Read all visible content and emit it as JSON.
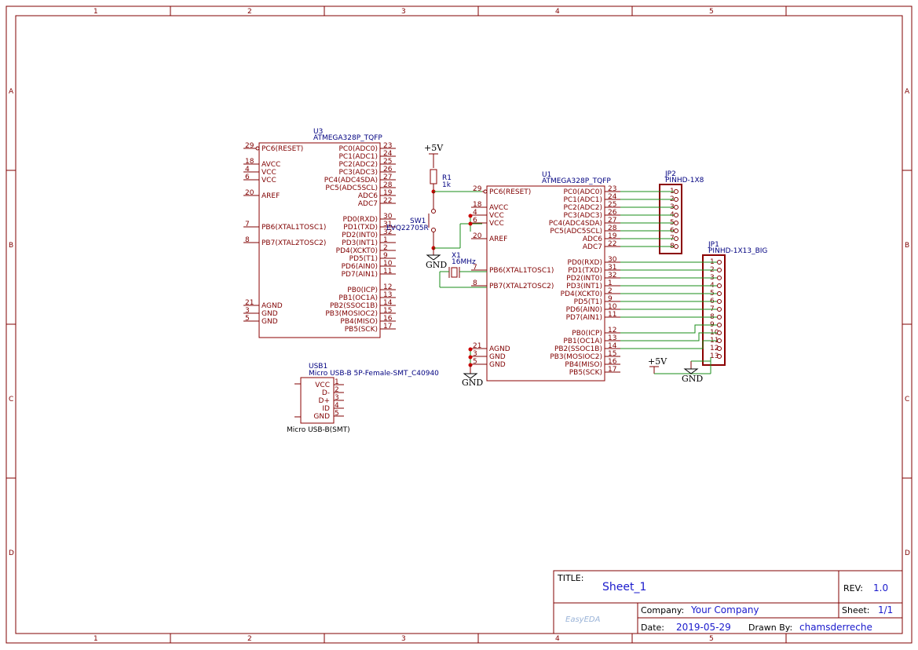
{
  "frame": {
    "cols": [
      "1",
      "2",
      "3",
      "4",
      "5"
    ],
    "rows": [
      "A",
      "B",
      "C",
      "D"
    ]
  },
  "u3": {
    "ref": "U3",
    "part": "ATMEGA328P_TQFP",
    "left_pins": [
      {
        "num": "29",
        "name": "PC6(RESET)"
      },
      {
        "num": "18",
        "name": "AVCC"
      },
      {
        "num": "4",
        "name": "VCC"
      },
      {
        "num": "6",
        "name": "VCC"
      },
      {
        "num": "20",
        "name": "AREF"
      },
      {
        "num": "7",
        "name": "PB6(XTAL1TOSC1)"
      },
      {
        "num": "8",
        "name": "PB7(XTAL2TOSC2)"
      },
      {
        "num": "21",
        "name": "AGND"
      },
      {
        "num": "3",
        "name": "GND"
      },
      {
        "num": "5",
        "name": "GND"
      }
    ],
    "right_pins": [
      {
        "num": "23",
        "name": "PC0(ADC0)"
      },
      {
        "num": "24",
        "name": "PC1(ADC1)"
      },
      {
        "num": "25",
        "name": "PC2(ADC2)"
      },
      {
        "num": "26",
        "name": "PC3(ADC3)"
      },
      {
        "num": "27",
        "name": "PC4(ADC4SDA)"
      },
      {
        "num": "28",
        "name": "PC5(ADC5SCL)"
      },
      {
        "num": "19",
        "name": "ADC6"
      },
      {
        "num": "22",
        "name": "ADC7"
      },
      {
        "num": "30",
        "name": "PD0(RXD)"
      },
      {
        "num": "31",
        "name": "PD1(TXD)"
      },
      {
        "num": "32",
        "name": "PD2(INT0)"
      },
      {
        "num": "1",
        "name": "PD3(INT1)"
      },
      {
        "num": "2",
        "name": "PD4(XCKT0)"
      },
      {
        "num": "9",
        "name": "PD5(T1)"
      },
      {
        "num": "10",
        "name": "PD6(AIN0)"
      },
      {
        "num": "11",
        "name": "PD7(AIN1)"
      },
      {
        "num": "12",
        "name": "PB0(ICP)"
      },
      {
        "num": "13",
        "name": "PB1(OC1A)"
      },
      {
        "num": "14",
        "name": "PB2(SSOC1B)"
      },
      {
        "num": "15",
        "name": "PB3(MOSIOC2)"
      },
      {
        "num": "16",
        "name": "PB4(MISO)"
      },
      {
        "num": "17",
        "name": "PB5(SCK)"
      }
    ]
  },
  "u1": {
    "ref": "U1",
    "part": "ATMEGA328P_TQFP"
  },
  "r1": {
    "ref": "R1",
    "value": "1k"
  },
  "sw1": {
    "ref": "SW1",
    "value": "EVQ22705R"
  },
  "x1": {
    "ref": "X1",
    "value": "16MHz"
  },
  "power": {
    "vcc": "+5V",
    "gnd": "GND"
  },
  "jp2": {
    "ref": "JP2",
    "part": "PINHD-1X8",
    "pins": [
      "1",
      "2",
      "3",
      "4",
      "5",
      "6",
      "7",
      "8"
    ]
  },
  "jp1": {
    "ref": "JP1",
    "part": "PINHD-1X13_BIG",
    "pins": [
      "1",
      "2",
      "3",
      "4",
      "5",
      "6",
      "7",
      "8",
      "9",
      "10",
      "11",
      "12",
      "13"
    ]
  },
  "usb1": {
    "ref": "USB1",
    "part": "Micro USB-B 5P-Female-SMT_C40940",
    "footprint": "Micro USB-B(SMT)",
    "pins": [
      {
        "num": "1",
        "name": "VCC"
      },
      {
        "num": "2",
        "name": "D-"
      },
      {
        "num": "3",
        "name": "D+"
      },
      {
        "num": "4",
        "name": "ID"
      },
      {
        "num": "5",
        "name": "GND"
      }
    ]
  },
  "title_block": {
    "title_label": "TITLE:",
    "title": "Sheet_1",
    "rev_label": "REV:",
    "rev": "1.0",
    "company_label": "Company:",
    "company": "Your Company",
    "sheet_label": "Sheet:",
    "sheet": "1/1",
    "date_label": "Date:",
    "date": "2019-05-29",
    "drawn_label": "Drawn By:",
    "drawn_by": "chamsderreche",
    "logo": "EasyEDA"
  }
}
